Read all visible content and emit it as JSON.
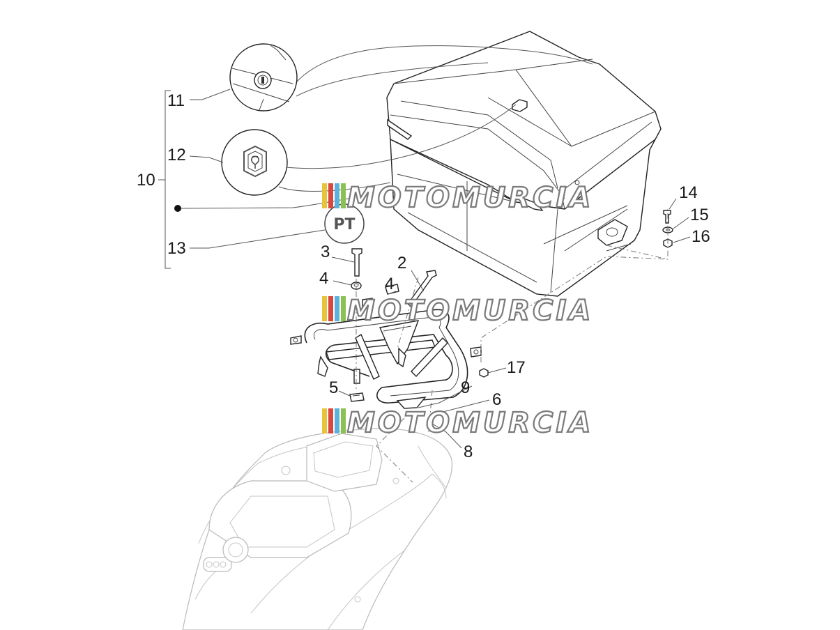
{
  "labels": {
    "l2": "2",
    "l3": "3",
    "l4a": "4",
    "l4b": "4",
    "l5": "5",
    "l6": "6",
    "l8": "8",
    "l9": "9",
    "l10": "10",
    "l11": "11",
    "l12": "12",
    "l13": "13",
    "l14": "14",
    "l15": "15",
    "l16": "16",
    "l17": "17"
  },
  "pt_badge": "PT",
  "watermark": "MOTOMURCIA",
  "watermark_stripe_colors": [
    "#e8c33c",
    "#d9473f",
    "#5bb3d8",
    "#8cc152"
  ],
  "icons": [
    "lock-cylinder-icon",
    "piaggio-emblem-icon",
    "pt-badge-icon"
  ]
}
